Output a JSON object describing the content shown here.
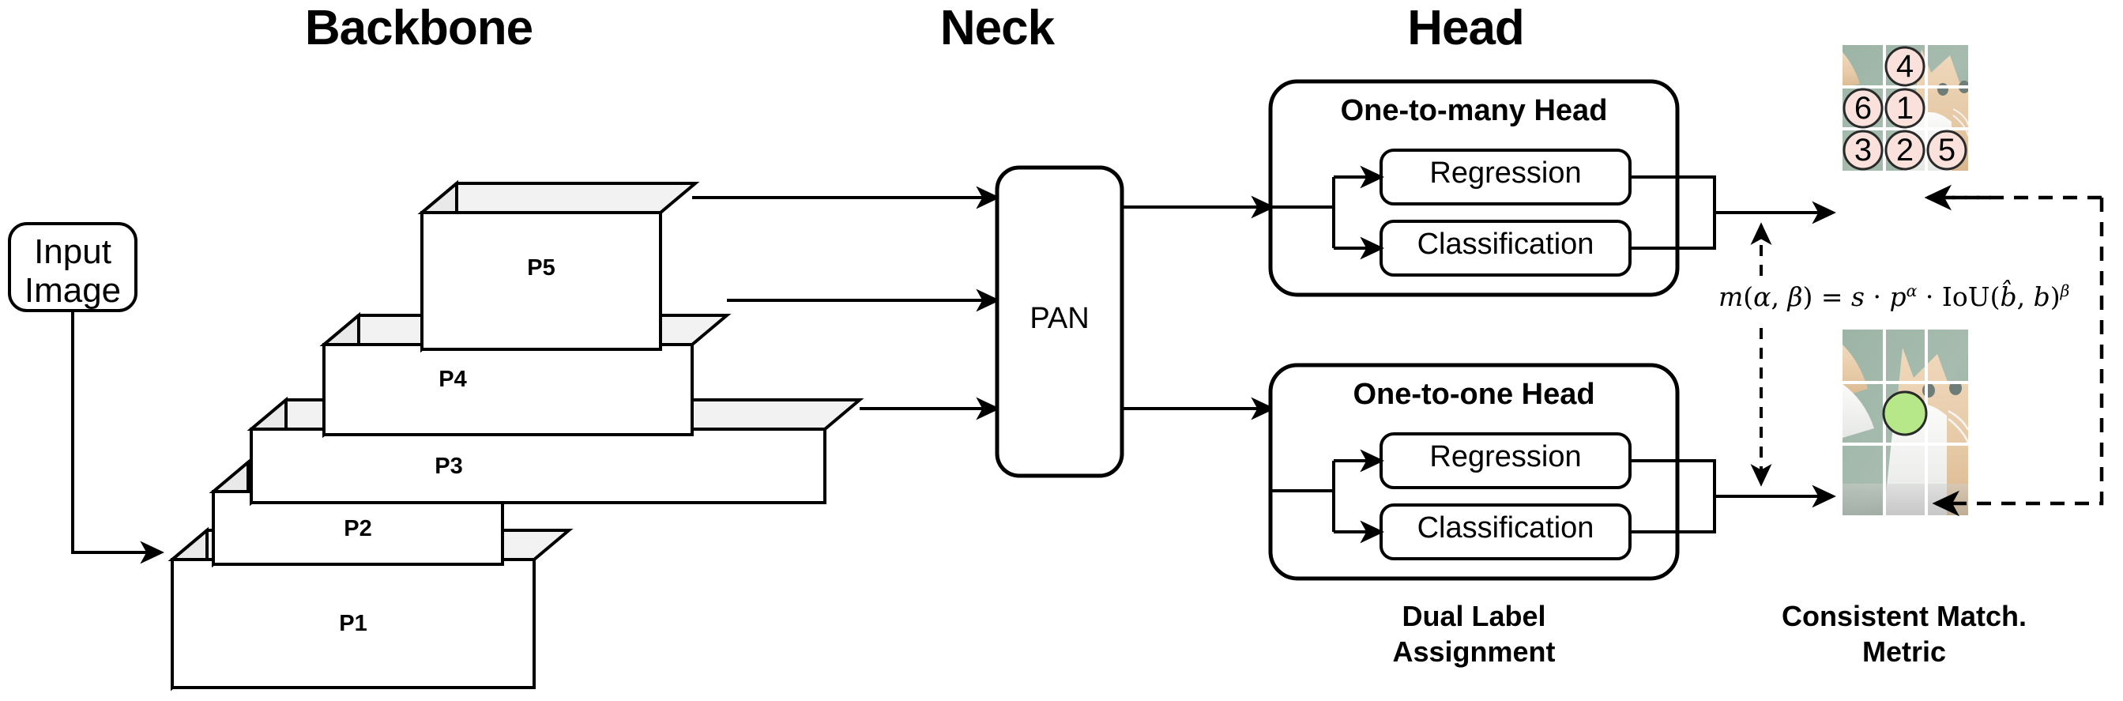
{
  "sections": {
    "backbone": "Backbone",
    "neck": "Neck",
    "head": "Head"
  },
  "input": {
    "line1": "Input",
    "line2": "Image"
  },
  "backbone": {
    "levels": [
      {
        "id": "P5",
        "label": "P5"
      },
      {
        "id": "P4",
        "label": "P4"
      },
      {
        "id": "P3",
        "label": "P3"
      },
      {
        "id": "P2",
        "label": "P2"
      },
      {
        "id": "P1",
        "label": "P1"
      }
    ]
  },
  "neck": {
    "module": "PAN"
  },
  "head": {
    "one_to_many": {
      "title": "One-to-many Head",
      "branches": [
        "Regression",
        "Classification"
      ]
    },
    "one_to_one": {
      "title": "One-to-one Head",
      "branches": [
        "Regression",
        "Classification"
      ]
    }
  },
  "captions": {
    "dual_label": "Dual Label\nAssignment",
    "dual_label_l1": "Dual Label",
    "dual_label_l2": "Assignment",
    "consistent_metric_l1": "Consistent Match.",
    "consistent_metric_l2": "Metric"
  },
  "metric": {
    "formula_plain": "m(α, β) = s · p^α · IoU(b̂, b)^β",
    "lhs": "m",
    "args": "(α, β)",
    "eq": "=",
    "term_s": "s",
    "dot": "·",
    "term_p": "p",
    "exp_alpha": "α",
    "iou": "IoU",
    "iou_args": "(b̂, b)",
    "exp_beta": "β"
  },
  "match_grid": {
    "one_to_many": {
      "cells": [
        {
          "row": 0,
          "col": 0,
          "label": ""
        },
        {
          "row": 0,
          "col": 1,
          "label": "4"
        },
        {
          "row": 0,
          "col": 2,
          "label": ""
        },
        {
          "row": 1,
          "col": 0,
          "label": "6"
        },
        {
          "row": 1,
          "col": 1,
          "label": "1"
        },
        {
          "row": 1,
          "col": 2,
          "label": ""
        },
        {
          "row": 2,
          "col": 0,
          "label": "3"
        },
        {
          "row": 2,
          "col": 1,
          "label": "2"
        },
        {
          "row": 2,
          "col": 2,
          "label": "5"
        }
      ]
    },
    "one_to_one": {
      "cells": [
        {
          "row": 1,
          "col": 1,
          "label": ""
        }
      ]
    }
  },
  "colors": {
    "stroke": "#000000",
    "box_fill": "#ffffff",
    "block_top": "#f2f2f2",
    "block_side": "#e8e8e8",
    "block_face": "#ffffff",
    "marker_pink": "#fae1dc",
    "marker_green": "#b6e88a",
    "image_bg": "#9bb2a4",
    "grid_line": "#ffffff"
  }
}
